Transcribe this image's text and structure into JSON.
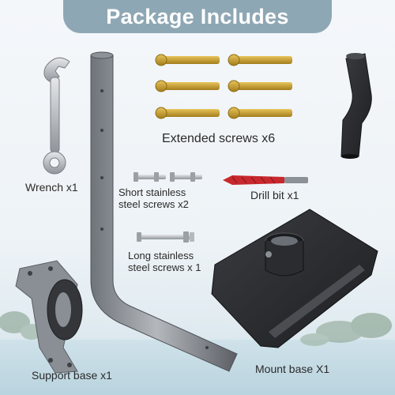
{
  "header": {
    "title": "Package Includes"
  },
  "items": {
    "wrench": "Wrench x1",
    "extended_screws": "Extended screws x6",
    "short_screws_line1": "Short stainless",
    "short_screws_line2": "steel screws x2",
    "drill_bit": "Drill bit x1",
    "long_screws_line1": "Long stainless",
    "long_screws_line2": "steel screws x 1",
    "support_base": "Support base x1",
    "mount_base": "Mount base X1"
  },
  "colors": {
    "banner": "#8ea7b4",
    "metal": "#7a7f85",
    "brass": "#c9a233",
    "drill_red": "#c8282d",
    "dark_plate": "#2b2d31"
  }
}
